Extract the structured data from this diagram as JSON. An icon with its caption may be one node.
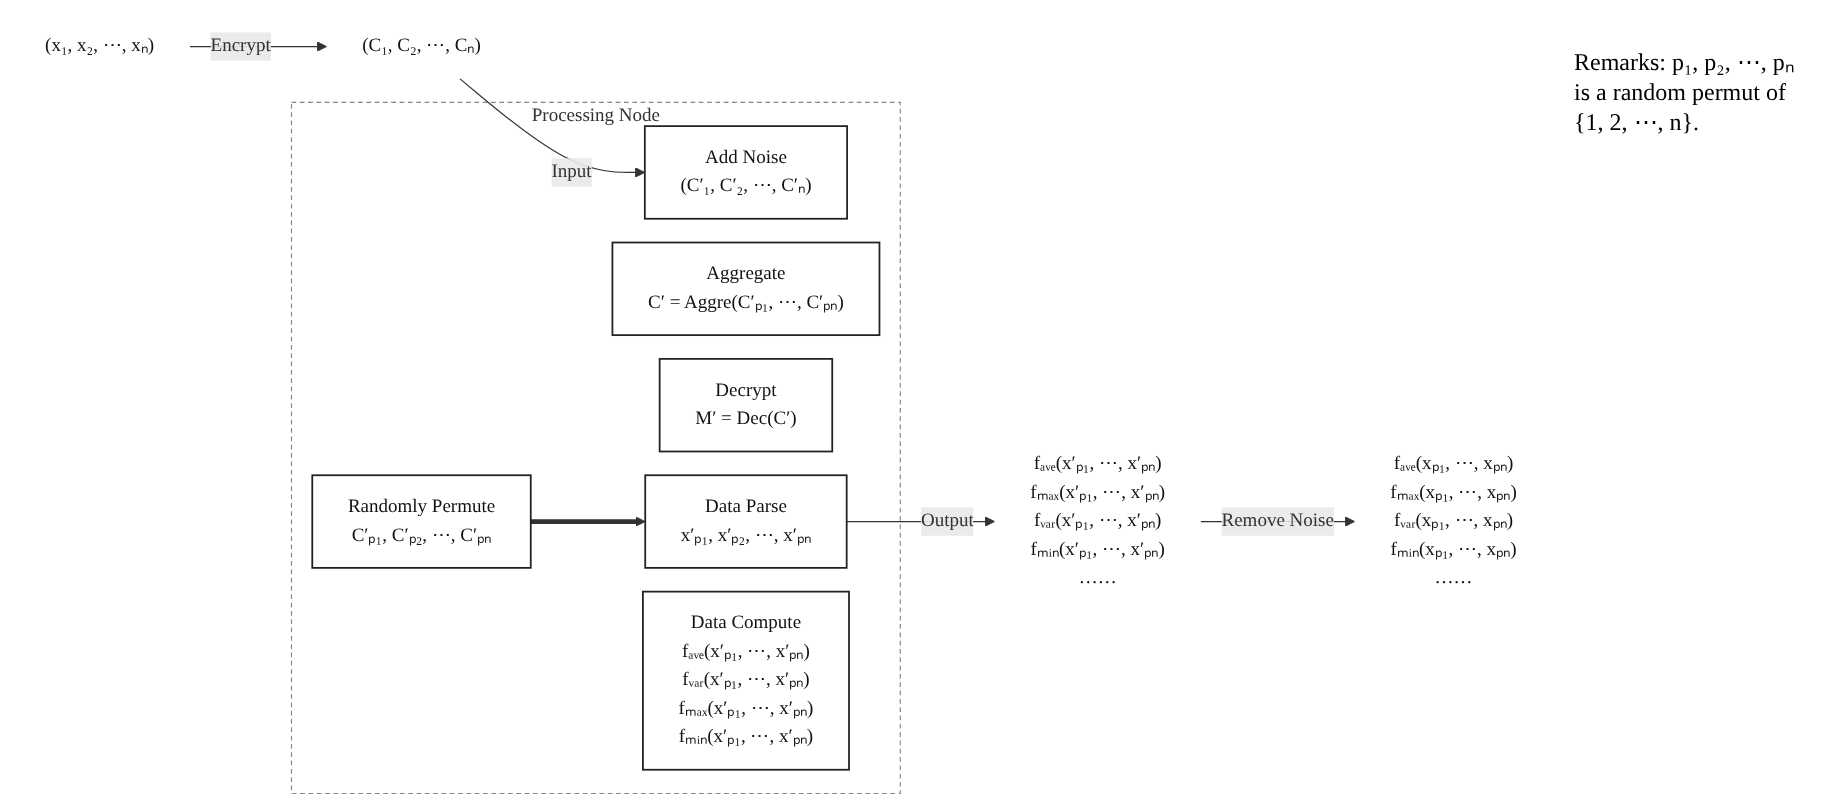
{
  "diagram": {
    "nodes": [
      {
        "text": [
          "(x₁, x₂, ⋯, xₙ)"
        ]
      },
      {
        "text": [
          "(C₁, C₂, ⋯, Cₙ)"
        ]
      },
      {
        "text": [
          "Processing Node"
        ]
      },
      {
        "text": [
          "Add Noise",
          "(C′₁, C′₂, ⋯, C′ₙ)"
        ],
        "in": 2
      },
      {
        "text": [
          "Randomly Permute",
          "C′ₚ₁, C′ₚ₂, ⋯, C′ₚₙ"
        ],
        "in": 2
      },
      {
        "text": [
          "Aggregate",
          "C′ = Aggre(C′ₚ₁, ⋯, C′ₚₙ)"
        ],
        "in": 2
      },
      {
        "text": [
          "Decrypt",
          "M′ = Dec(C′)"
        ],
        "in": 2
      },
      {
        "text": [
          "Data Parse",
          "x′ₚ₁, x′ₚ₂, ⋯, x′ₚₙ"
        ],
        "in": 2
      },
      {
        "text": [
          "Data Compute",
          "fₐᵥₑ(x′ₚ₁, ⋯, x′ₚₙ)",
          "fᵥₐᵣ(x′ₚ₁, ⋯, x′ₚₙ)",
          "fₘₐₓ(x′ₚ₁, ⋯, x′ₚₙ)",
          "fₘᵢₙ(x′ₚ₁, ⋯, x′ₚₙ)"
        ],
        "in": 2
      },
      {
        "text": [
          "fₐᵥₑ(x′ₚ₁, ⋯, x′ₚₙ)",
          "fₘₐₓ(x′ₚ₁, ⋯, x′ₚₙ)",
          "fᵥₐᵣ(x′ₚ₁, ⋯, x′ₚₙ)",
          "fₘᵢₙ(x′ₚ₁, ⋯, x′ₚₙ)",
          "……"
        ]
      },
      {
        "text": [
          "fₐᵥₑ(xₚ₁, ⋯, xₚₙ)",
          "fₘₐₓ(xₚ₁, ⋯, xₚₙ)",
          "fᵥₐᵣ(xₚ₁, ⋯, xₚₙ)",
          "fₘᵢₙ(xₚ₁, ⋯, xₚₙ)",
          "……"
        ]
      }
    ],
    "edges": [
      {
        "from": 0,
        "to": 1,
        "arrow": "to",
        "label": "Encrypt"
      },
      {
        "from": 1,
        "to": 3,
        "arrow": "to",
        "label": "Input"
      },
      {
        "from": 4,
        "to": 7,
        "arrow": "to",
        "style": "thick"
      },
      {
        "from": 7,
        "to": 9,
        "arrow": "to",
        "label": "Output"
      },
      {
        "from": 9,
        "to": 10,
        "arrow": "to",
        "label": "Remove Noise"
      }
    ],
    "labels": [
      "Remarks: p₁, p₂, ⋯, pₙ is a random permut of {1, 2, ⋯, n}."
    ]
  }
}
